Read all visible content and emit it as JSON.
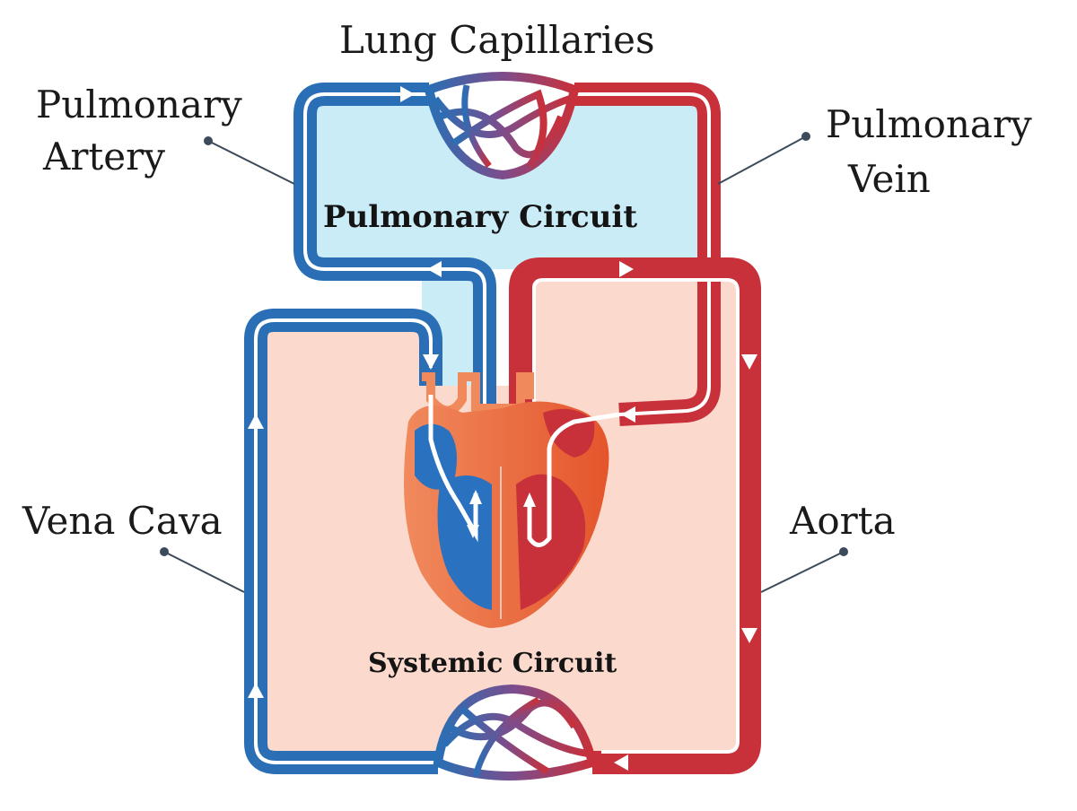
{
  "labels": {
    "lung_capillaries": "Lung Capillaries",
    "pulmonary_artery": [
      "Pulmonary",
      "Artery"
    ],
    "pulmonary_vein": [
      "Pulmonary",
      "Vein"
    ],
    "vena_cava": "Vena Cava",
    "aorta": "Aorta",
    "pulmonary_circuit": "Pulmonary Circuit",
    "systemic_circuit": "Systemic Circuit"
  },
  "colors": {
    "deoxygenated": "#2a6fb5",
    "oxygenated": "#c8303a",
    "pulmonary_fill": "#c9ecf7",
    "systemic_fill": "#fbd9cc"
  }
}
